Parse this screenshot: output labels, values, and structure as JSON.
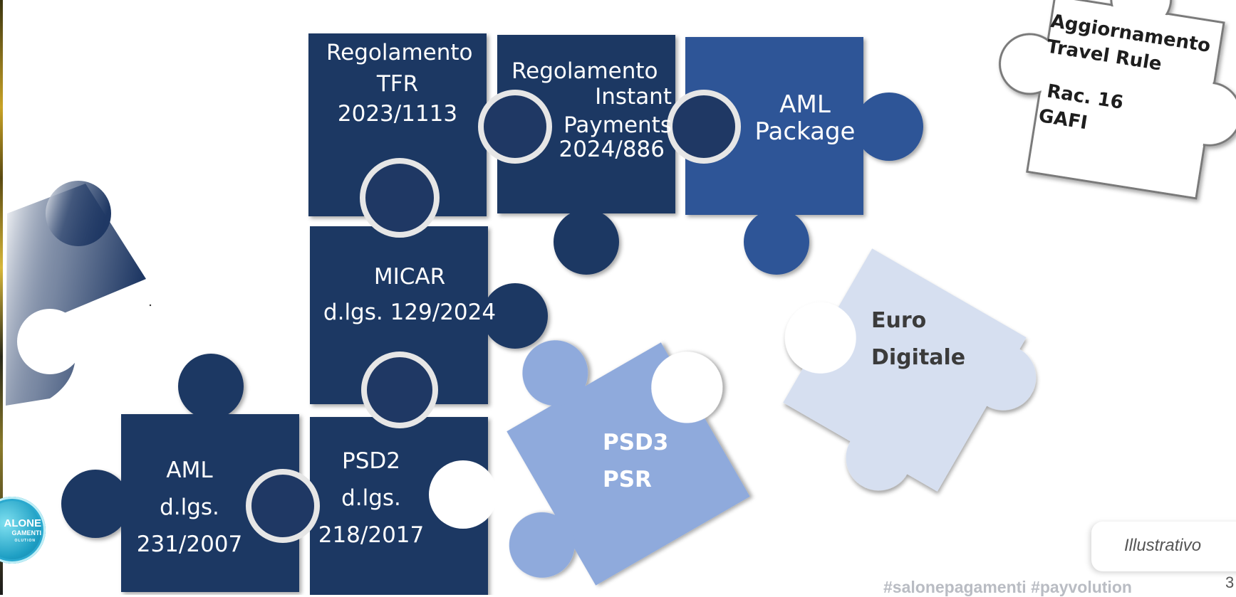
{
  "pieces": {
    "tfr": {
      "l1": "Regolamento",
      "l2": "TFR",
      "l3": "2023/1113"
    },
    "instant": {
      "l1": "Regolamento",
      "l2": "Instant",
      "l3": "Payments",
      "l4": "2024/886"
    },
    "aml_package": {
      "l1": "AML",
      "l2": "Package"
    },
    "micar": {
      "l1": "MICAR",
      "l2": "d.lgs. 129/2024"
    },
    "aml_dlgs": {
      "l1": "AML",
      "l2": "d.lgs.",
      "l3": "231/2007"
    },
    "psd2": {
      "l1": "PSD2",
      "l2": "d.lgs.",
      "l3": "218/2017"
    },
    "psd3": {
      "l1": "PSD3",
      "l2": "PSR"
    },
    "euro_digitale": {
      "l1": "Euro",
      "l2": "Digitale"
    },
    "travel_rule": {
      "l1": "Aggiornamento",
      "l2": "Travel Rule",
      "l3": "Rac. 16",
      "l4": "GAFI"
    }
  },
  "logo": {
    "line1": "ALONE",
    "line2": "GAMENTI",
    "line3": "OLUTION"
  },
  "badge": "Illustrativo",
  "hashtags": "#salonepagamenti #payvolution",
  "page_number": "3",
  "colors": {
    "navy": "#1f3864",
    "royal": "#2f5597",
    "medium_blue": "#8faadc",
    "light_blue": "#d6dff0",
    "white_piece": "#ffffff",
    "badge_text": "#555555"
  }
}
